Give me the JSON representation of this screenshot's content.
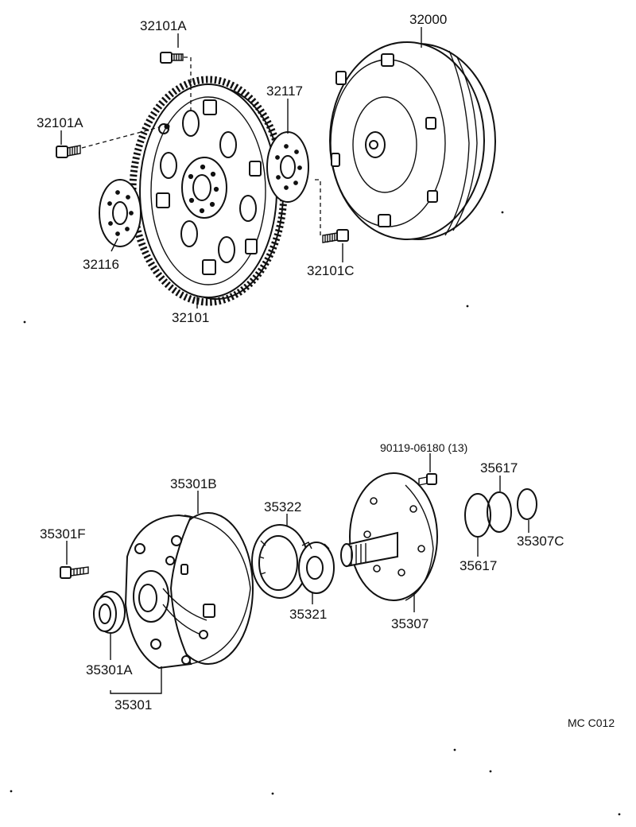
{
  "labels": {
    "p32101A_top": "32101A",
    "p32101A_left": "32101A",
    "p32117": "32117",
    "p32000": "32000",
    "p32116": "32116",
    "p32101C": "32101C",
    "p32101": "32101",
    "p90119": "90119-06180 (13)",
    "p35617_top": "35617",
    "p35617_bottom": "35617",
    "p35307C": "35307C",
    "p35301B": "35301B",
    "p35322": "35322",
    "p35301F": "35301F",
    "p35321": "35321",
    "p35307": "35307",
    "p35301A": "35301A",
    "p35301": "35301",
    "diagram_code": "MC C012"
  }
}
